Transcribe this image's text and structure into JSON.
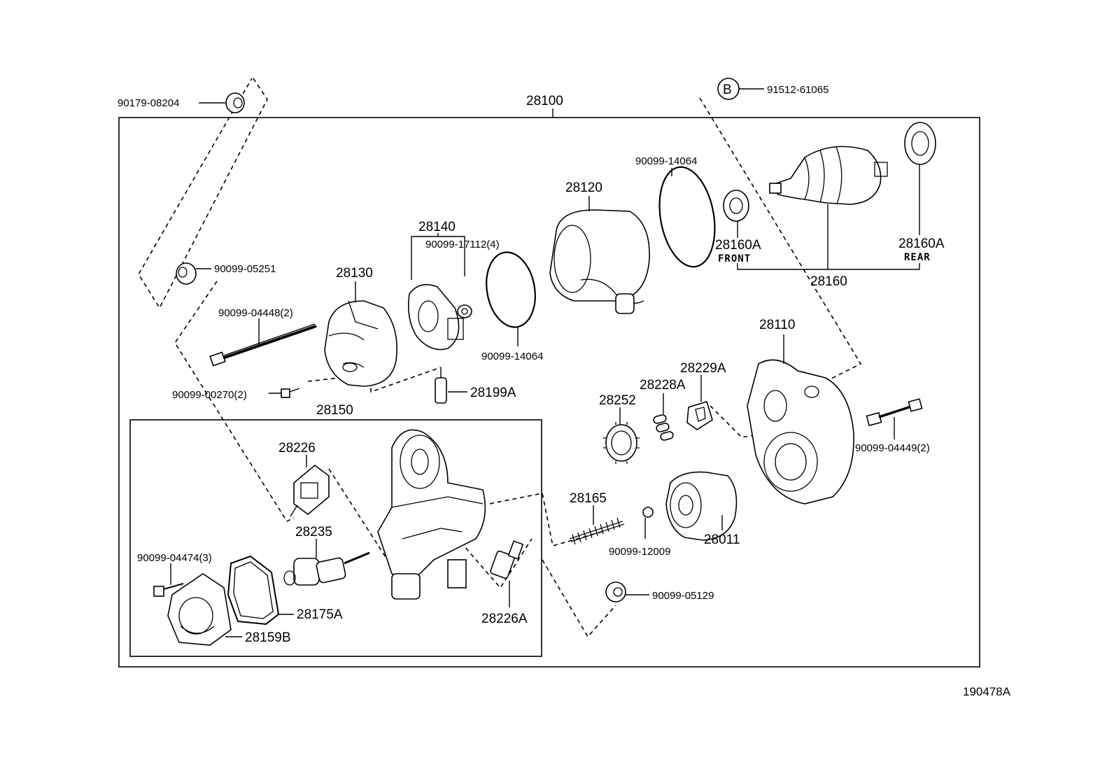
{
  "labels": {
    "assembly": "28100",
    "p90179_08204": "90179-08204",
    "callout_b": "B",
    "p91512_61065": "91512-61065",
    "p90099_05251": "90099-05251",
    "p90099_04448": "90099-04448(2)",
    "p90099_00270": "90099-00270(2)",
    "p28130": "28130",
    "p28140": "28140",
    "p90099_17112": "90099-17112(4)",
    "p28120": "28120",
    "p90099_14064_top": "90099-14064",
    "p90099_14064_mid": "90099-14064",
    "p28160a_front": "28160A",
    "front": "FRONT",
    "p28160a_rear": "28160A",
    "rear": "REAR",
    "p28160": "28160",
    "p28199a": "28199A",
    "p28150": "28150",
    "p28226": "28226",
    "p28235": "28235",
    "p90099_04474": "90099-04474(3)",
    "p28175a": "28175A",
    "p28159b": "28159B",
    "p28226a": "28226A",
    "p28165": "28165",
    "p90099_12009": "90099-12009",
    "p28252": "28252",
    "p28228a": "28228A",
    "p28229a": "28229A",
    "p28110": "28110",
    "p90099_04449": "90099-04449(2)",
    "p28011": "28011",
    "p90099_05129": "90099-05129",
    "figure_id": "190478A"
  }
}
